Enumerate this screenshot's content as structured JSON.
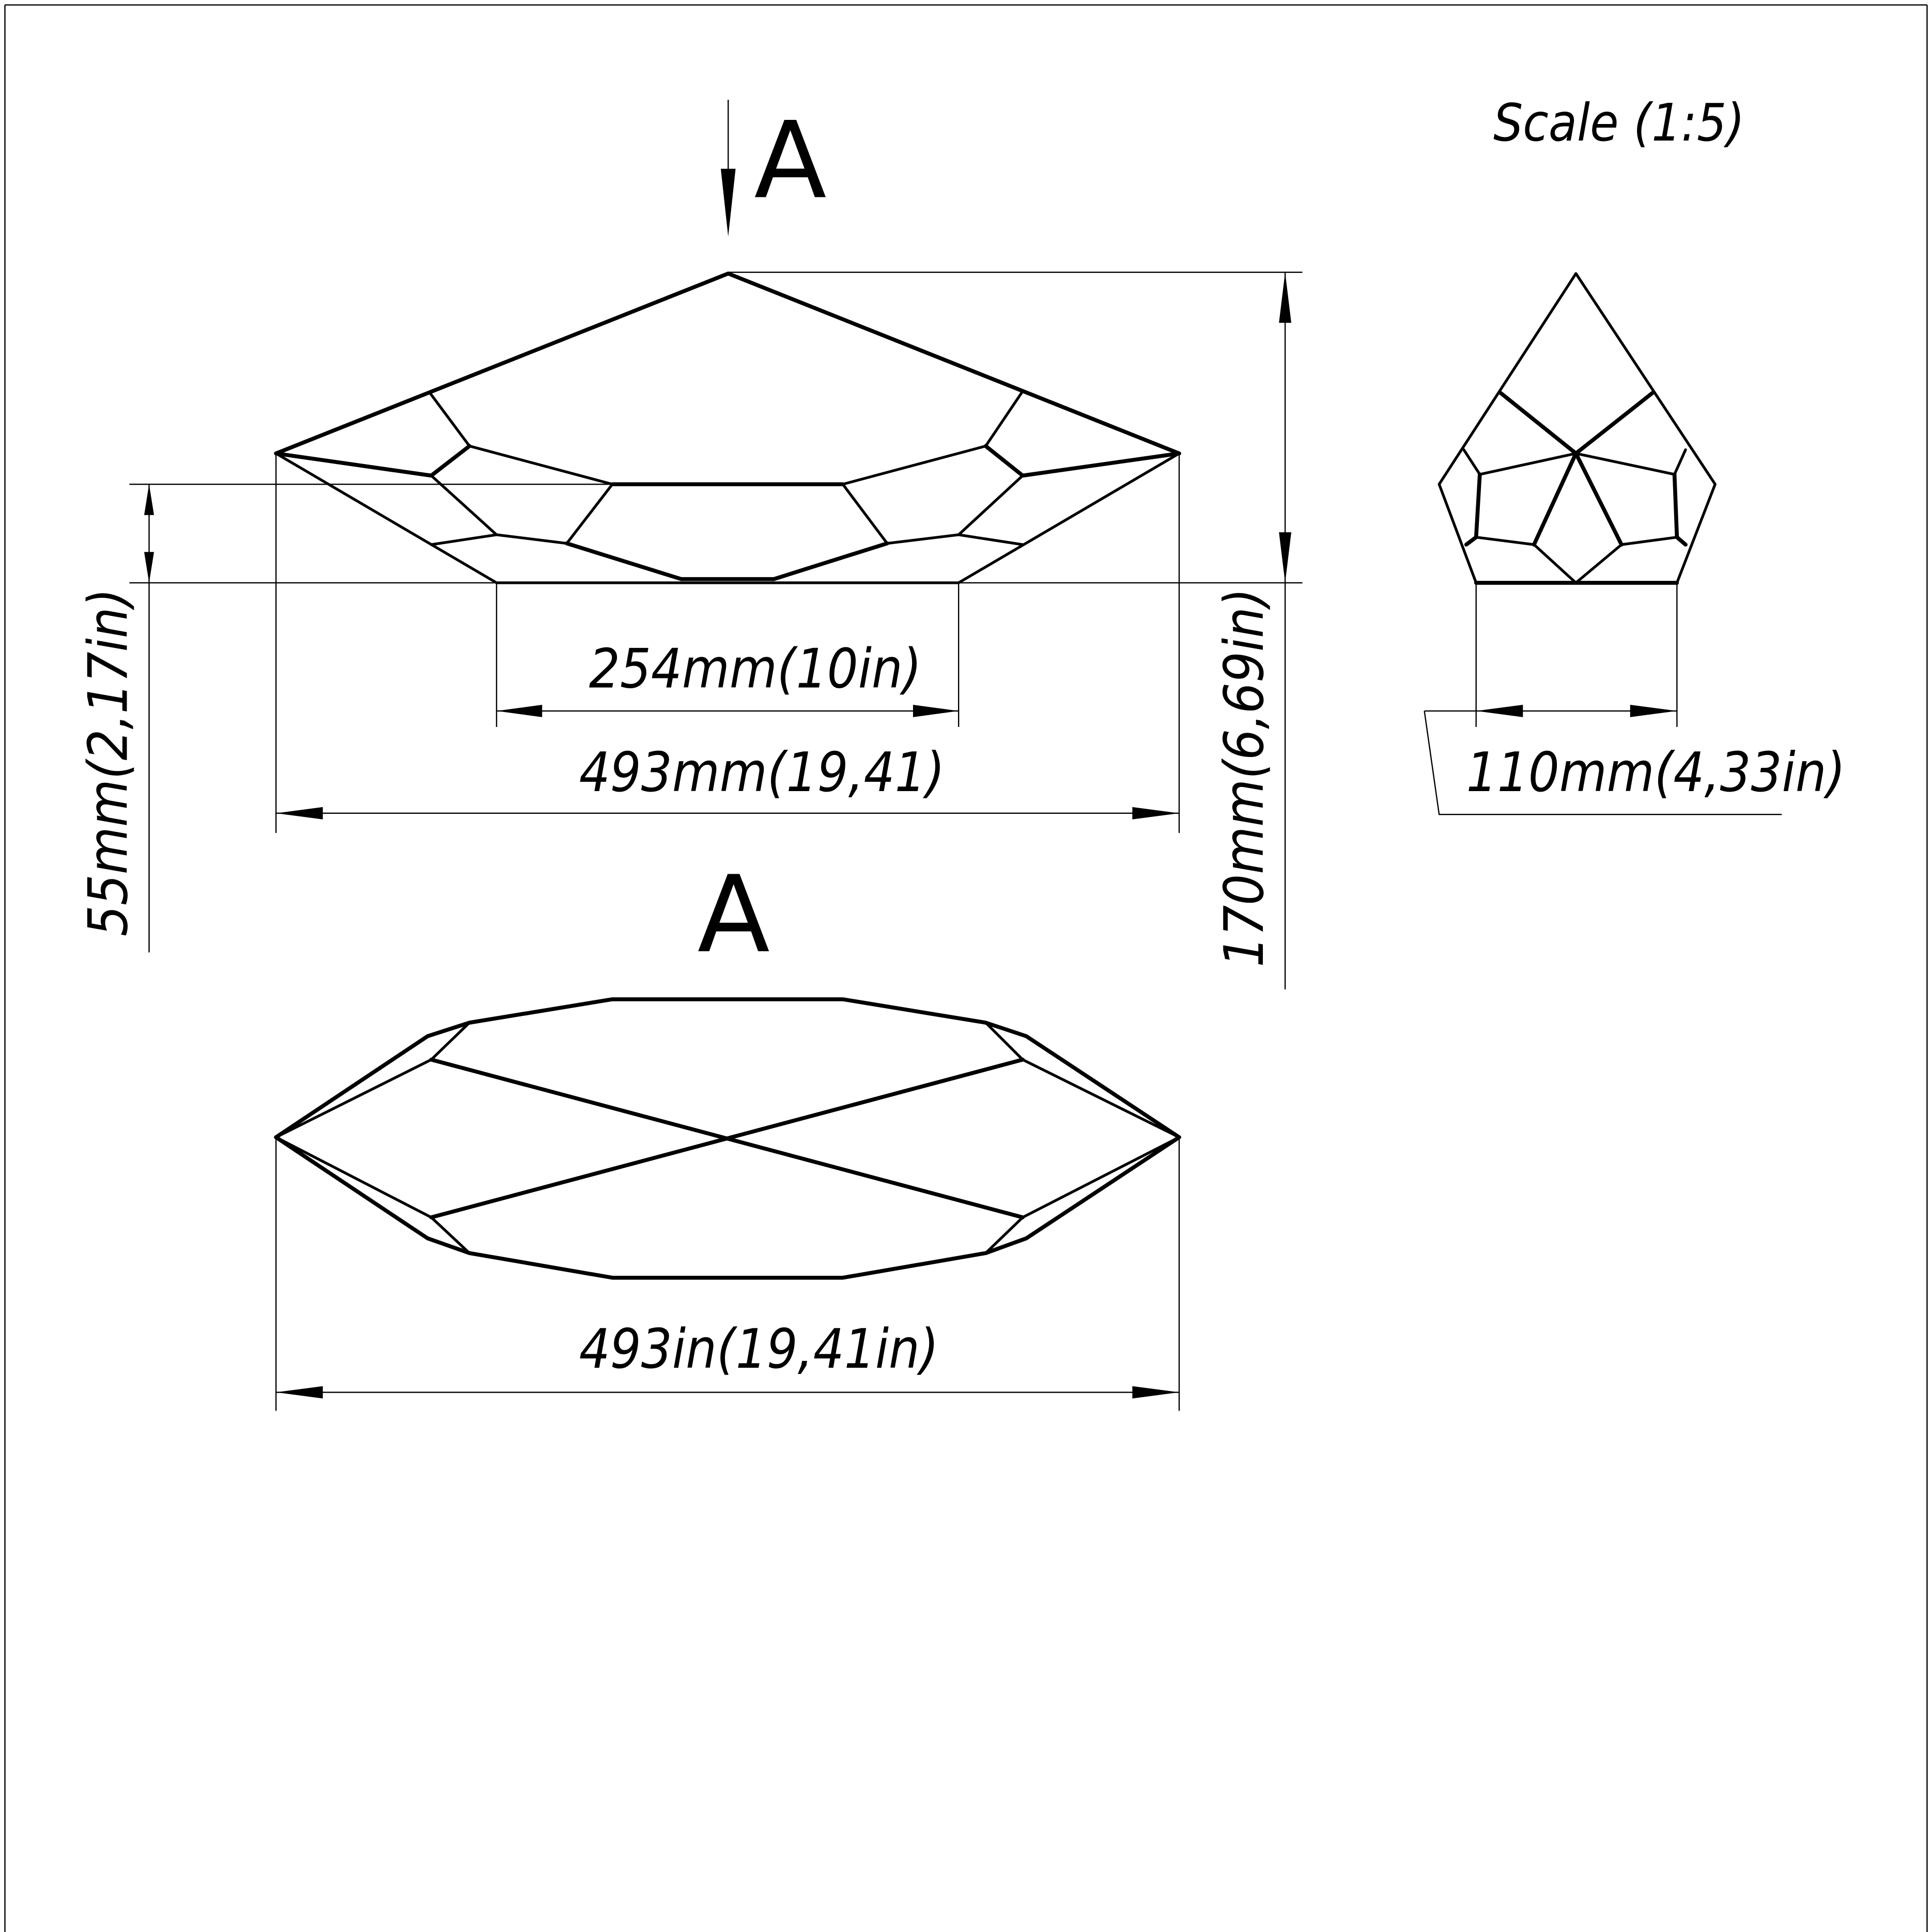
{
  "drawing": {
    "scale_label": "Scale (1:5)",
    "section_marker": "A",
    "view_label": "A",
    "colors": {
      "line": "#000000",
      "background": "#ffffff"
    }
  },
  "dimensions": {
    "table_width": "254mm(10in)",
    "overall_length": "493mm(19,41)",
    "crown_height": "55mm(2,17in)",
    "overall_height": "170mm(6,69in)",
    "end_width": "110mm(4,33in)",
    "bottom_view_length": "493in(19,41in)"
  }
}
